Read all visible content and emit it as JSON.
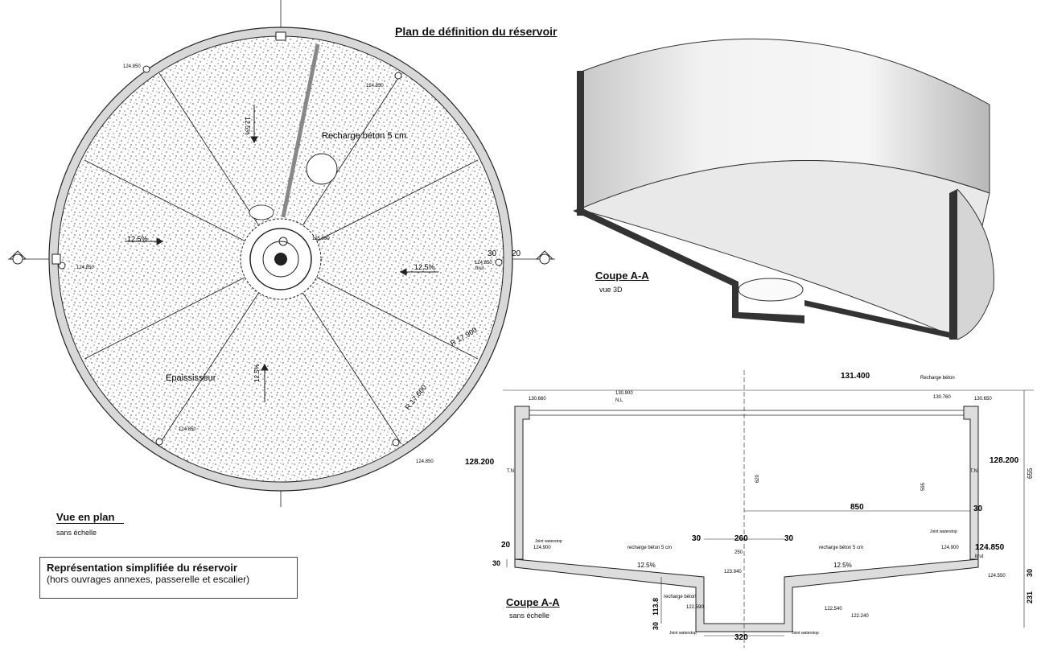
{
  "title": "Plan de définition du réservoir",
  "plan": {
    "caption": "Vue en plan",
    "scale": "sans échelle",
    "labels": {
      "recharge": "Recharge béton 5 cm",
      "thickener": "Epaississeur",
      "slope_left": "12.5%",
      "slope_right": "12.5%",
      "slope_top": "12.5%",
      "slope_bottom": "12.5%",
      "radius_1": "R 17.900",
      "radius_2": "R 17.600",
      "dim_30": "30",
      "dim_20": "20",
      "lvl_nw": "124.850",
      "lvl_ne": "124.850",
      "lvl_w": "124.850",
      "lvl_e": "124.850",
      "lvl_se": "124.850",
      "lvl_sw": "124.850",
      "lvl_center": "125.860",
      "brut": "brut"
    }
  },
  "note": {
    "title": "Représentation simplifiée du réservoir",
    "subtitle": "(hors ouvrages annexes, passerelle et escalier)"
  },
  "view3d": {
    "caption": "Coupe A-A",
    "subtitle": "vue 3D"
  },
  "section": {
    "caption": "Coupe A-A",
    "scale": "sans échelle",
    "labels": {
      "top_level": "131.400",
      "recharge_beton": "Recharge béton",
      "lvl_130_660": "130.660",
      "lvl_130_900": "130.900",
      "nl": "N.L",
      "lvl_130_760": "130.760",
      "lvl_130_650": "130.650",
      "lvl_128_200_l": "128.200",
      "lvl_128_200_r": "128.200",
      "tn_l": "T.N.",
      "tn_r": "T.N.",
      "h_655": "655",
      "h_620": "620",
      "h_595": "595",
      "w_850": "850",
      "w_30_r": "30",
      "w_30_a": "30",
      "w_30_b": "30",
      "w_260": "260",
      "w_250": "250",
      "w_20": "20",
      "w_30_l": "30",
      "lvl_124_900_l": "124.900",
      "lvl_124_900_r": "124.900",
      "lvl_124_850": "124.850",
      "lvl_124_550": "124.550",
      "brut": "brut",
      "recharge_5_l": "recharge béton 5 cm",
      "recharge_5_r": "recharge béton 5 cm",
      "slope_l": "12.5%",
      "slope_r": "12.5%",
      "joint_l": "Joint waterstop",
      "joint_r": "Joint waterstop",
      "joint_bl": "Joint waterstop",
      "joint_br": "Joint waterstop",
      "lvl_123_940": "123.940",
      "lvl_122_590": "122.590",
      "lvl_122_540": "122.540",
      "lvl_122_240": "122.240",
      "h_113_8": "113.8",
      "h_30_b": "30",
      "w_320": "320",
      "h_231": "231",
      "h_30_r": "30",
      "recharge_beton_2": "recharge béton"
    }
  }
}
